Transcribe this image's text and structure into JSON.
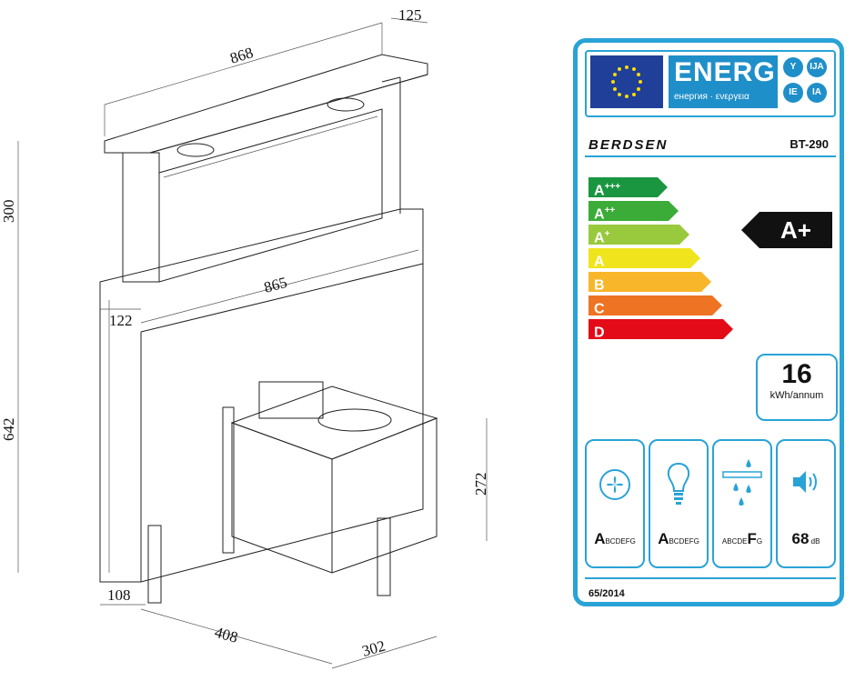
{
  "drawing": {
    "dims": {
      "width_top": "868",
      "depth_top": "125",
      "height_upper": "300",
      "height_body": "642",
      "inner_width": "865",
      "inner_depth": "122",
      "motor_height": "272",
      "bottom_depth": "108",
      "motor_width": "408",
      "motor_depth": "302"
    }
  },
  "label": {
    "energy_word": "ENERG",
    "energy_sub": "енергия · ενεργεια",
    "langs": [
      "Y",
      "IJA",
      "IE",
      "IA"
    ],
    "brand": "BERDSEN",
    "model": "BT-290",
    "classes": [
      {
        "base": "A",
        "plus": "+++",
        "color": "#1a9641"
      },
      {
        "base": "A",
        "plus": "++",
        "color": "#3aac37"
      },
      {
        "base": "A",
        "plus": "+",
        "color": "#99c93c"
      },
      {
        "base": "A",
        "plus": "",
        "color": "#f0e51c"
      },
      {
        "base": "B",
        "plus": "",
        "color": "#f8b72a"
      },
      {
        "base": "C",
        "plus": "",
        "color": "#ee7423"
      },
      {
        "base": "D",
        "plus": "",
        "color": "#e30b17"
      }
    ],
    "rating": "A+",
    "consumption_value": "16",
    "consumption_unit": "kWh/annum",
    "icons": [
      {
        "icon": "fan-icon",
        "big": "A",
        "rest": "BCDEFG",
        "pre": ""
      },
      {
        "icon": "lightbulb-icon",
        "big": "A",
        "rest": "BCDEFG",
        "pre": ""
      },
      {
        "icon": "grease-filter-icon",
        "pre": "ABCDE",
        "big": "F",
        "rest": "G"
      },
      {
        "icon": "speaker-icon",
        "big": "68",
        "rest": "dB",
        "pre": ""
      }
    ],
    "regulation": "65/2014",
    "colors": {
      "frame": "#29a3d6",
      "eu_blue": "#1f3f99",
      "energ_blue": "#1f8fc9"
    }
  }
}
